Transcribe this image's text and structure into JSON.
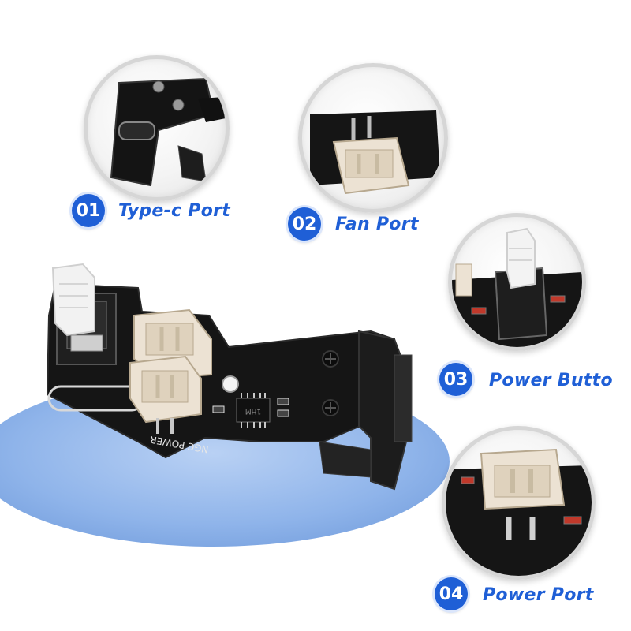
{
  "features": [
    {
      "number": "01",
      "title": "Type-c Port"
    },
    {
      "number": "02",
      "title": "Fan Port"
    },
    {
      "number": "03",
      "title": "Power Butto"
    },
    {
      "number": "04",
      "title": "Power Port"
    }
  ],
  "board": {
    "silkscreen_label": "NGC POWER",
    "chip_marking": "1HM"
  },
  "colors": {
    "accent_blue": "#1f5fd6",
    "platform_blue": "#8fb4ea",
    "pcb_black": "#151515",
    "connector_white": "#ece2d3"
  },
  "icons": [
    "type-c-port-closeup",
    "fan-port-closeup",
    "power-button-closeup",
    "power-port-closeup",
    "pcb-board"
  ]
}
